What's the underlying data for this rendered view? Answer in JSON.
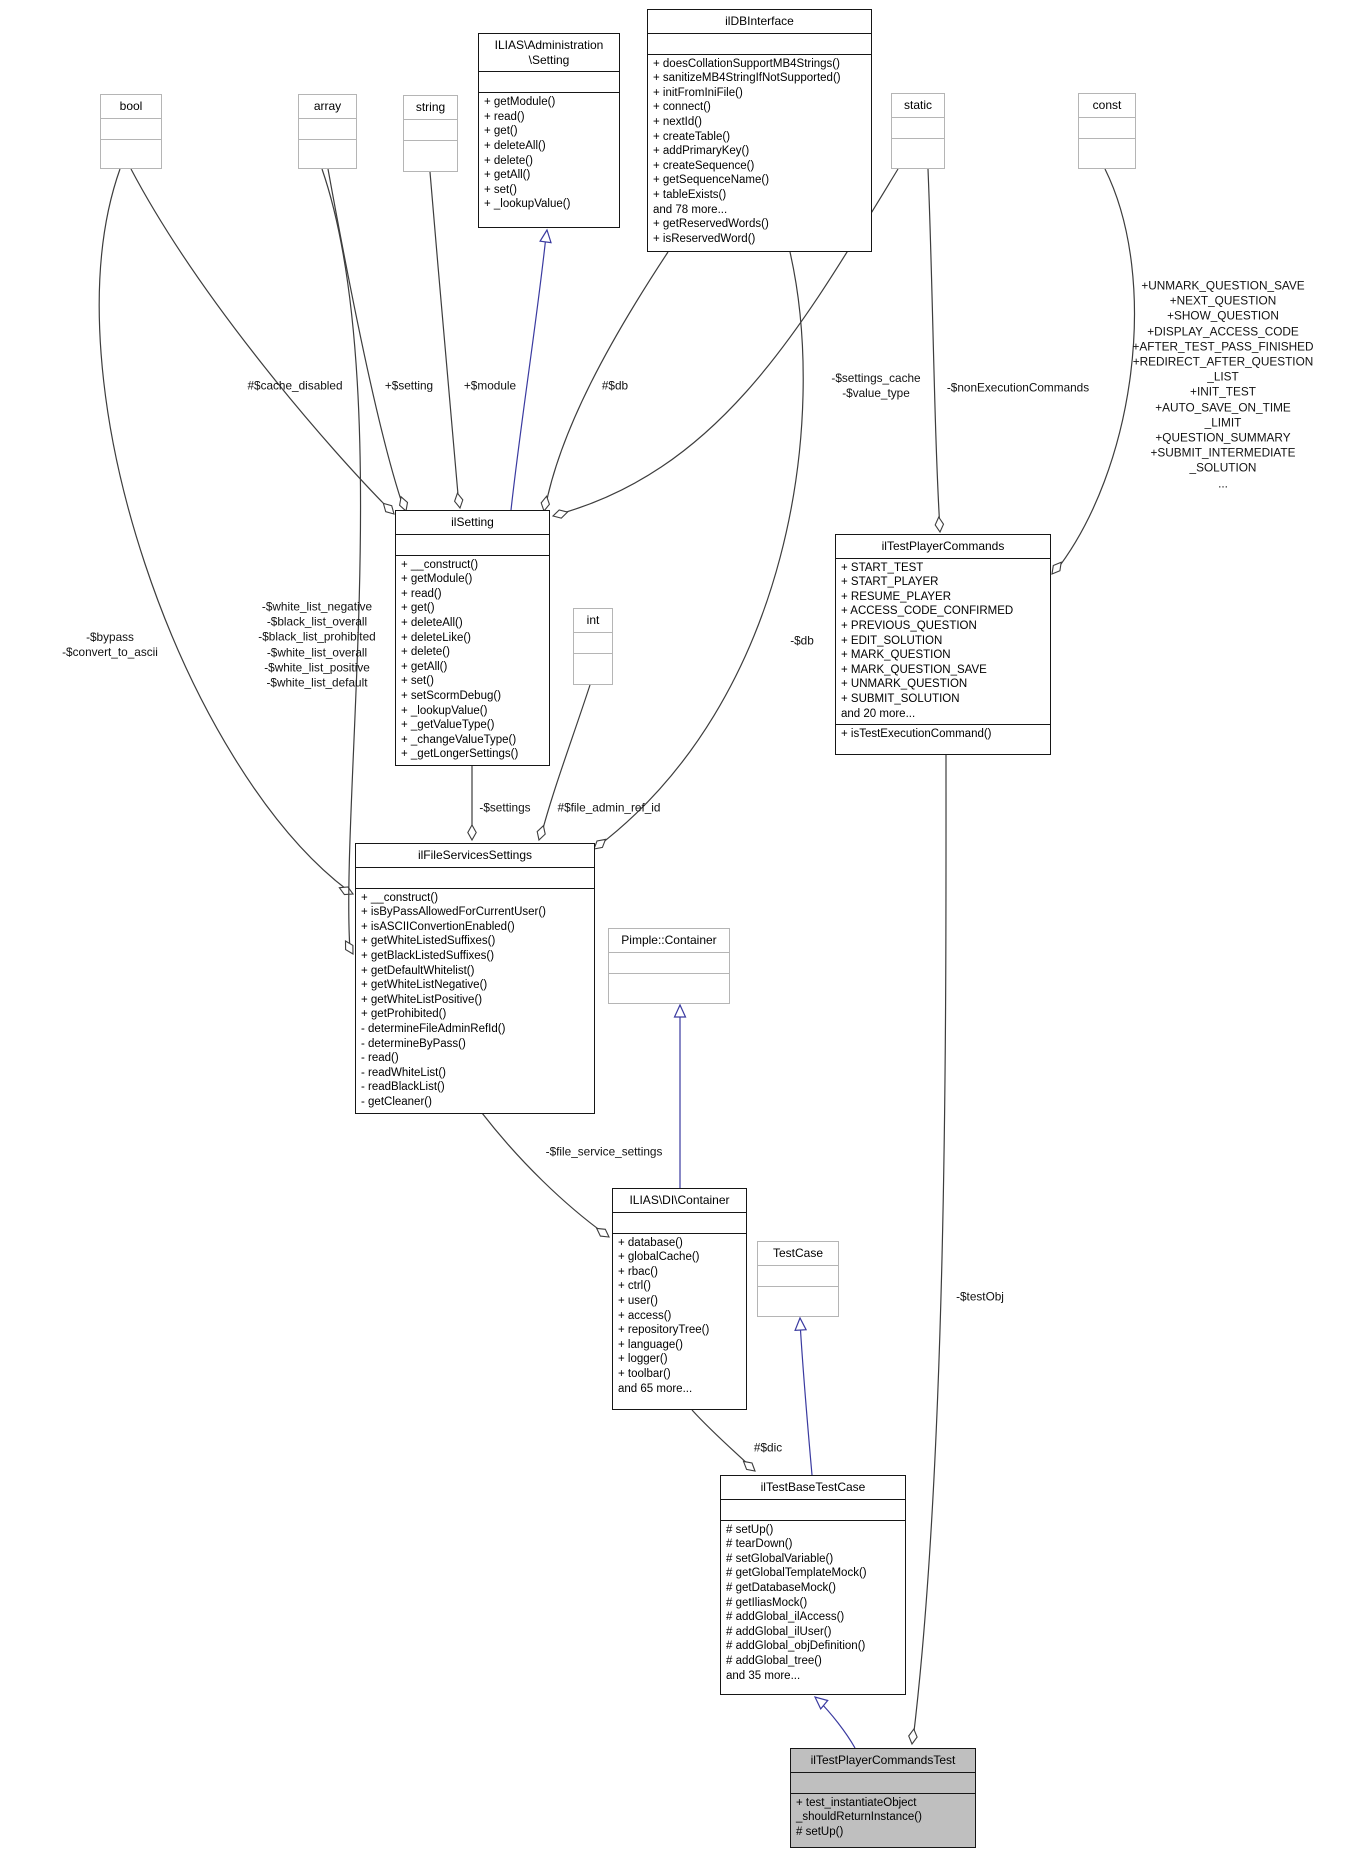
{
  "diagram": {
    "classes": [
      {
        "id": "bool",
        "name": "bool",
        "style": "external",
        "attributes": [],
        "methods": []
      },
      {
        "id": "array",
        "name": "array",
        "style": "external",
        "attributes": [],
        "methods": []
      },
      {
        "id": "string",
        "name": "string",
        "style": "external",
        "attributes": [],
        "methods": []
      },
      {
        "id": "admin_setting",
        "name": "ILIAS\\Administration\n\\Setting",
        "style": "main",
        "attributes": [],
        "methods": [
          "+ getModule()",
          "+ read()",
          "+ get()",
          "+ deleteAll()",
          "+ delete()",
          "+ getAll()",
          "+ set()",
          "+ _lookupValue()"
        ]
      },
      {
        "id": "ildbinterface",
        "name": "ilDBInterface",
        "style": "main",
        "attributes": [],
        "methods": [
          "+ doesCollationSupportMB4Strings()",
          "+ sanitizeMB4StringIfNotSupported()",
          "+ initFromIniFile()",
          "+ connect()",
          "+ nextId()",
          "+ createTable()",
          "+ addPrimaryKey()",
          "+ createSequence()",
          "+ getSequenceName()",
          "+ tableExists()",
          "and 78 more...",
          "+ getReservedWords()",
          "+ isReservedWord()"
        ]
      },
      {
        "id": "static",
        "name": "static",
        "style": "external",
        "attributes": [],
        "methods": []
      },
      {
        "id": "const",
        "name": "const",
        "style": "external",
        "attributes": [],
        "methods": []
      },
      {
        "id": "ilsetting",
        "name": "ilSetting",
        "style": "main",
        "attributes": [],
        "methods": [
          "+ __construct()",
          "+ getModule()",
          "+ read()",
          "+ get()",
          "+ deleteAll()",
          "+ deleteLike()",
          "+ delete()",
          "+ getAll()",
          "+ set()",
          "+ setScormDebug()",
          "+ _lookupValue()",
          "+ _getValueType()",
          "+ _changeValueType()",
          "+ _getLongerSettings()"
        ]
      },
      {
        "id": "iltestplayercommands",
        "name": "ilTestPlayerCommands",
        "style": "main",
        "attributes": [
          "+ START_TEST",
          "+ START_PLAYER",
          "+ RESUME_PLAYER",
          "+ ACCESS_CODE_CONFIRMED",
          "+ PREVIOUS_QUESTION",
          "+ EDIT_SOLUTION",
          "+ MARK_QUESTION",
          "+ MARK_QUESTION_SAVE",
          "+ UNMARK_QUESTION",
          "+ SUBMIT_SOLUTION",
          "and 20 more..."
        ],
        "methods": [
          "+ isTestExecutionCommand()"
        ]
      },
      {
        "id": "int",
        "name": "int",
        "style": "external",
        "attributes": [],
        "methods": []
      },
      {
        "id": "filesettings",
        "name": "ilFileServicesSettings",
        "style": "main",
        "attributes": [],
        "methods": [
          "+ __construct()",
          "+ isByPassAllowedForCurrentUser()",
          "+ isASCIIConvertionEnabled()",
          "+ getWhiteListedSuffixes()",
          "+ getBlackListedSuffixes()",
          "+ getDefaultWhitelist()",
          "+ getWhiteListNegative()",
          "+ getWhiteListPositive()",
          "+ getProhibited()",
          "- determineFileAdminRefId()",
          "- determineByPass()",
          "- read()",
          "- readWhiteList()",
          "- readBlackList()",
          "- getCleaner()"
        ]
      },
      {
        "id": "pimple",
        "name": "Pimple::Container",
        "style": "external",
        "attributes": [],
        "methods": []
      },
      {
        "id": "dic",
        "name": "ILIAS\\DI\\Container",
        "style": "main",
        "attributes": [],
        "methods": [
          "+ database()",
          "+ globalCache()",
          "+ rbac()",
          "+ ctrl()",
          "+ user()",
          "+ access()",
          "+ repositoryTree()",
          "+ language()",
          "+ logger()",
          "+ toolbar()",
          "and 65 more..."
        ]
      },
      {
        "id": "testcase",
        "name": "TestCase",
        "style": "external",
        "attributes": [],
        "methods": []
      },
      {
        "id": "basetestcase",
        "name": "ilTestBaseTestCase",
        "style": "main",
        "attributes": [],
        "methods": [
          "# setUp()",
          "# tearDown()",
          "# setGlobalVariable()",
          "# getGlobalTemplateMock()",
          "# getDatabaseMock()",
          "# getIliasMock()",
          "# addGlobal_ilAccess()",
          "# addGlobal_ilUser()",
          "# addGlobal_objDefinition()",
          "# addGlobal_tree()",
          "and 35 more..."
        ]
      },
      {
        "id": "playertest",
        "name": "ilTestPlayerCommandsTest",
        "style": "focus",
        "attributes": [],
        "methods": [
          "+ test_instantiateObject\n_shouldReturnInstance()",
          "# setUp()"
        ]
      }
    ],
    "edge_labels": {
      "cache_disabled": "#$cache_disabled",
      "setting": "+$setting",
      "module": "+$module",
      "db": "#$db",
      "settings_cache": "-$settings_cache\n-$value_type",
      "non_execution": "-$nonExecutionCommands",
      "const_block": "+UNMARK_QUESTION_SAVE\n+NEXT_QUESTION\n+SHOW_QUESTION\n+DISPLAY_ACCESS_CODE\n+AFTER_TEST_PASS_FINISHED\n+REDIRECT_AFTER_QUESTION\n_LIST\n+INIT_TEST\n+AUTO_SAVE_ON_TIME\n_LIMIT\n+QUESTION_SUMMARY\n+SUBMIT_INTERMEDIATE\n_SOLUTION\n...",
      "bypass": "-$bypass\n-$convert_to_ascii",
      "white_lists": "-$white_list_negative\n-$black_list_overall\n-$black_list_prohibited\n-$white_list_overall\n-$white_list_positive\n-$white_list_default",
      "db_private": "-$db",
      "settings": "-$settings",
      "file_admin_ref_id": "#$file_admin_ref_id",
      "file_service_settings": "-$file_service_settings",
      "dic": "#$dic",
      "test_obj": "-$testObj"
    }
  }
}
